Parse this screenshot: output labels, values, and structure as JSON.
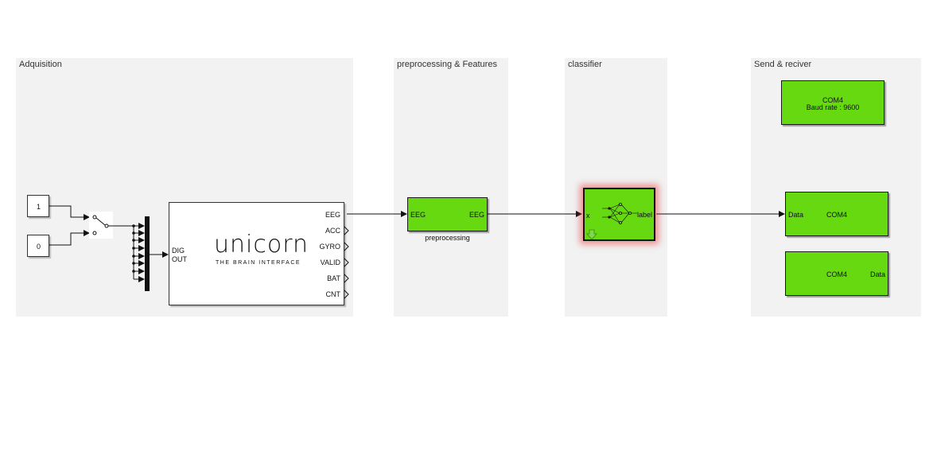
{
  "areas": {
    "acquisition": "Adquisition",
    "preprocessing": "preprocessing & Features",
    "classifier": "classifier",
    "send": "Send & reciver"
  },
  "constants": {
    "one": "1",
    "zero": "0"
  },
  "unicorn": {
    "ports_in": [
      "DIG",
      "OUT"
    ],
    "ports_out": [
      "EEG",
      "ACC",
      "GYRO",
      "VALID",
      "BAT",
      "CNT"
    ],
    "logo": "unicorn",
    "tagline": "THE BRAIN INTERFACE"
  },
  "preprocessing_block": {
    "in": "EEG",
    "out": "EEG",
    "caption": "preprocessing"
  },
  "classifier_block": {
    "in": "x",
    "out": "label"
  },
  "com_config": {
    "line1": "COM4",
    "line2": "Baud rate : 9600"
  },
  "com_send": {
    "in": "Data",
    "name": "COM4"
  },
  "com_recv": {
    "name": "COM4",
    "out": "Data"
  },
  "colors": {
    "block_green": "#66d911",
    "area_gray": "#f2f2f2",
    "highlight": "#e83a3a"
  }
}
